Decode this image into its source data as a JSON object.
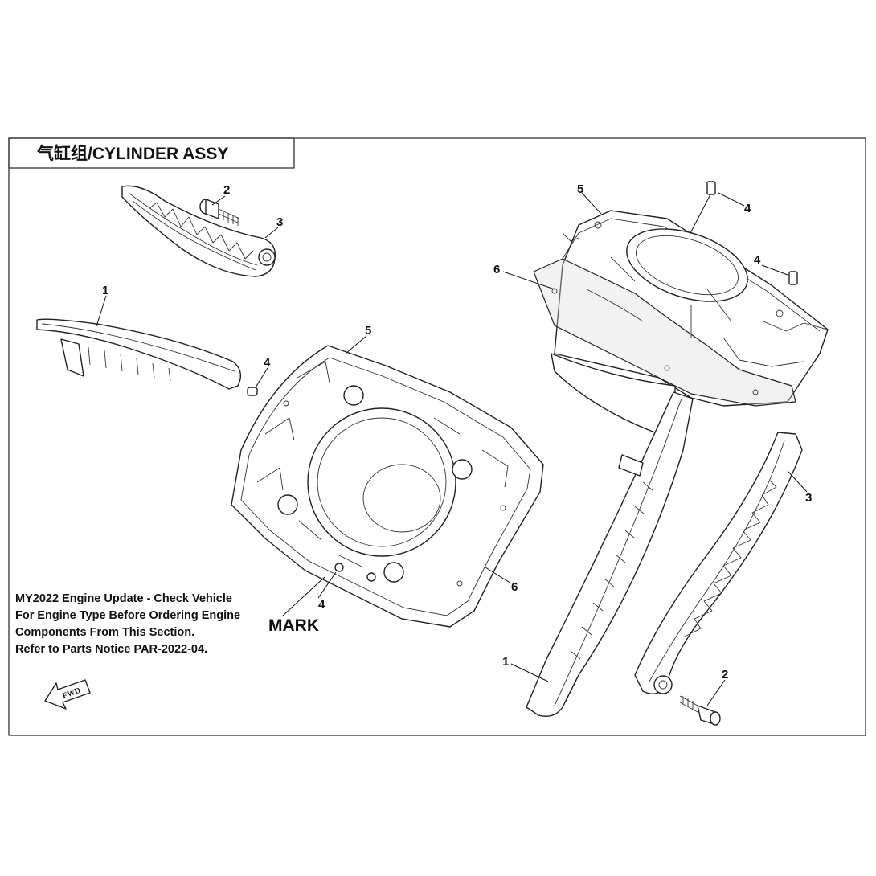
{
  "title": "气缸组/CYLINDER ASSY",
  "notice_lines": [
    "MY2022 Engine Update - Check Vehicle",
    "For Engine Type Before Ordering Engine",
    "Components From This Section.",
    "Refer to Parts Notice PAR-2022-04."
  ],
  "mark_label": "MARK",
  "fwd_label": "FWD",
  "callouts": {
    "left_guide_2": "2",
    "left_guide_3": "3",
    "left_guide_1": "1",
    "left_dowel_4": "4",
    "left_cylinder_5": "5",
    "left_gasket_6": "6",
    "left_dowel_4b": "4",
    "right_cylinder_5": "5",
    "right_dowel_4a": "4",
    "right_dowel_4b": "4",
    "right_gasket_6": "6",
    "right_guide_3": "3",
    "right_guide_1": "1",
    "right_bolt_2": "2"
  }
}
